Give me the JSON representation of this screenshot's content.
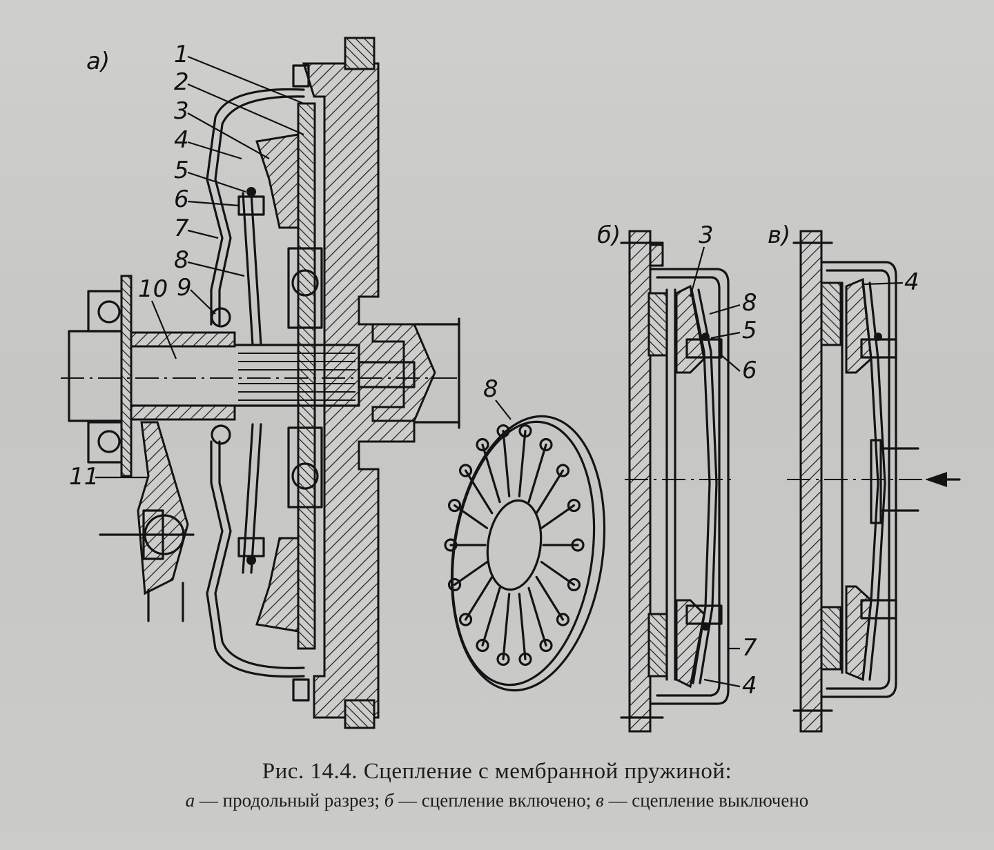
{
  "figure": {
    "panel_labels": {
      "a": "а)",
      "b": "б)",
      "c": "в)"
    },
    "callouts_a": [
      "1",
      "2",
      "3",
      "4",
      "5",
      "6",
      "7",
      "8",
      "9",
      "10",
      "11"
    ],
    "callouts_b": [
      "3",
      "8",
      "5",
      "6",
      "7",
      "4"
    ],
    "callouts_c": [
      "4"
    ],
    "spring_callout": "8"
  },
  "caption": {
    "title": "Рис. 14.4. Сцепление с мембранной пружиной:",
    "a_letter": "а",
    "a_text": " — продольный разрез; ",
    "b_letter": "б",
    "b_text": " — сцепление включено; ",
    "c_letter": "в",
    "c_text": " — сцепление выключено"
  }
}
